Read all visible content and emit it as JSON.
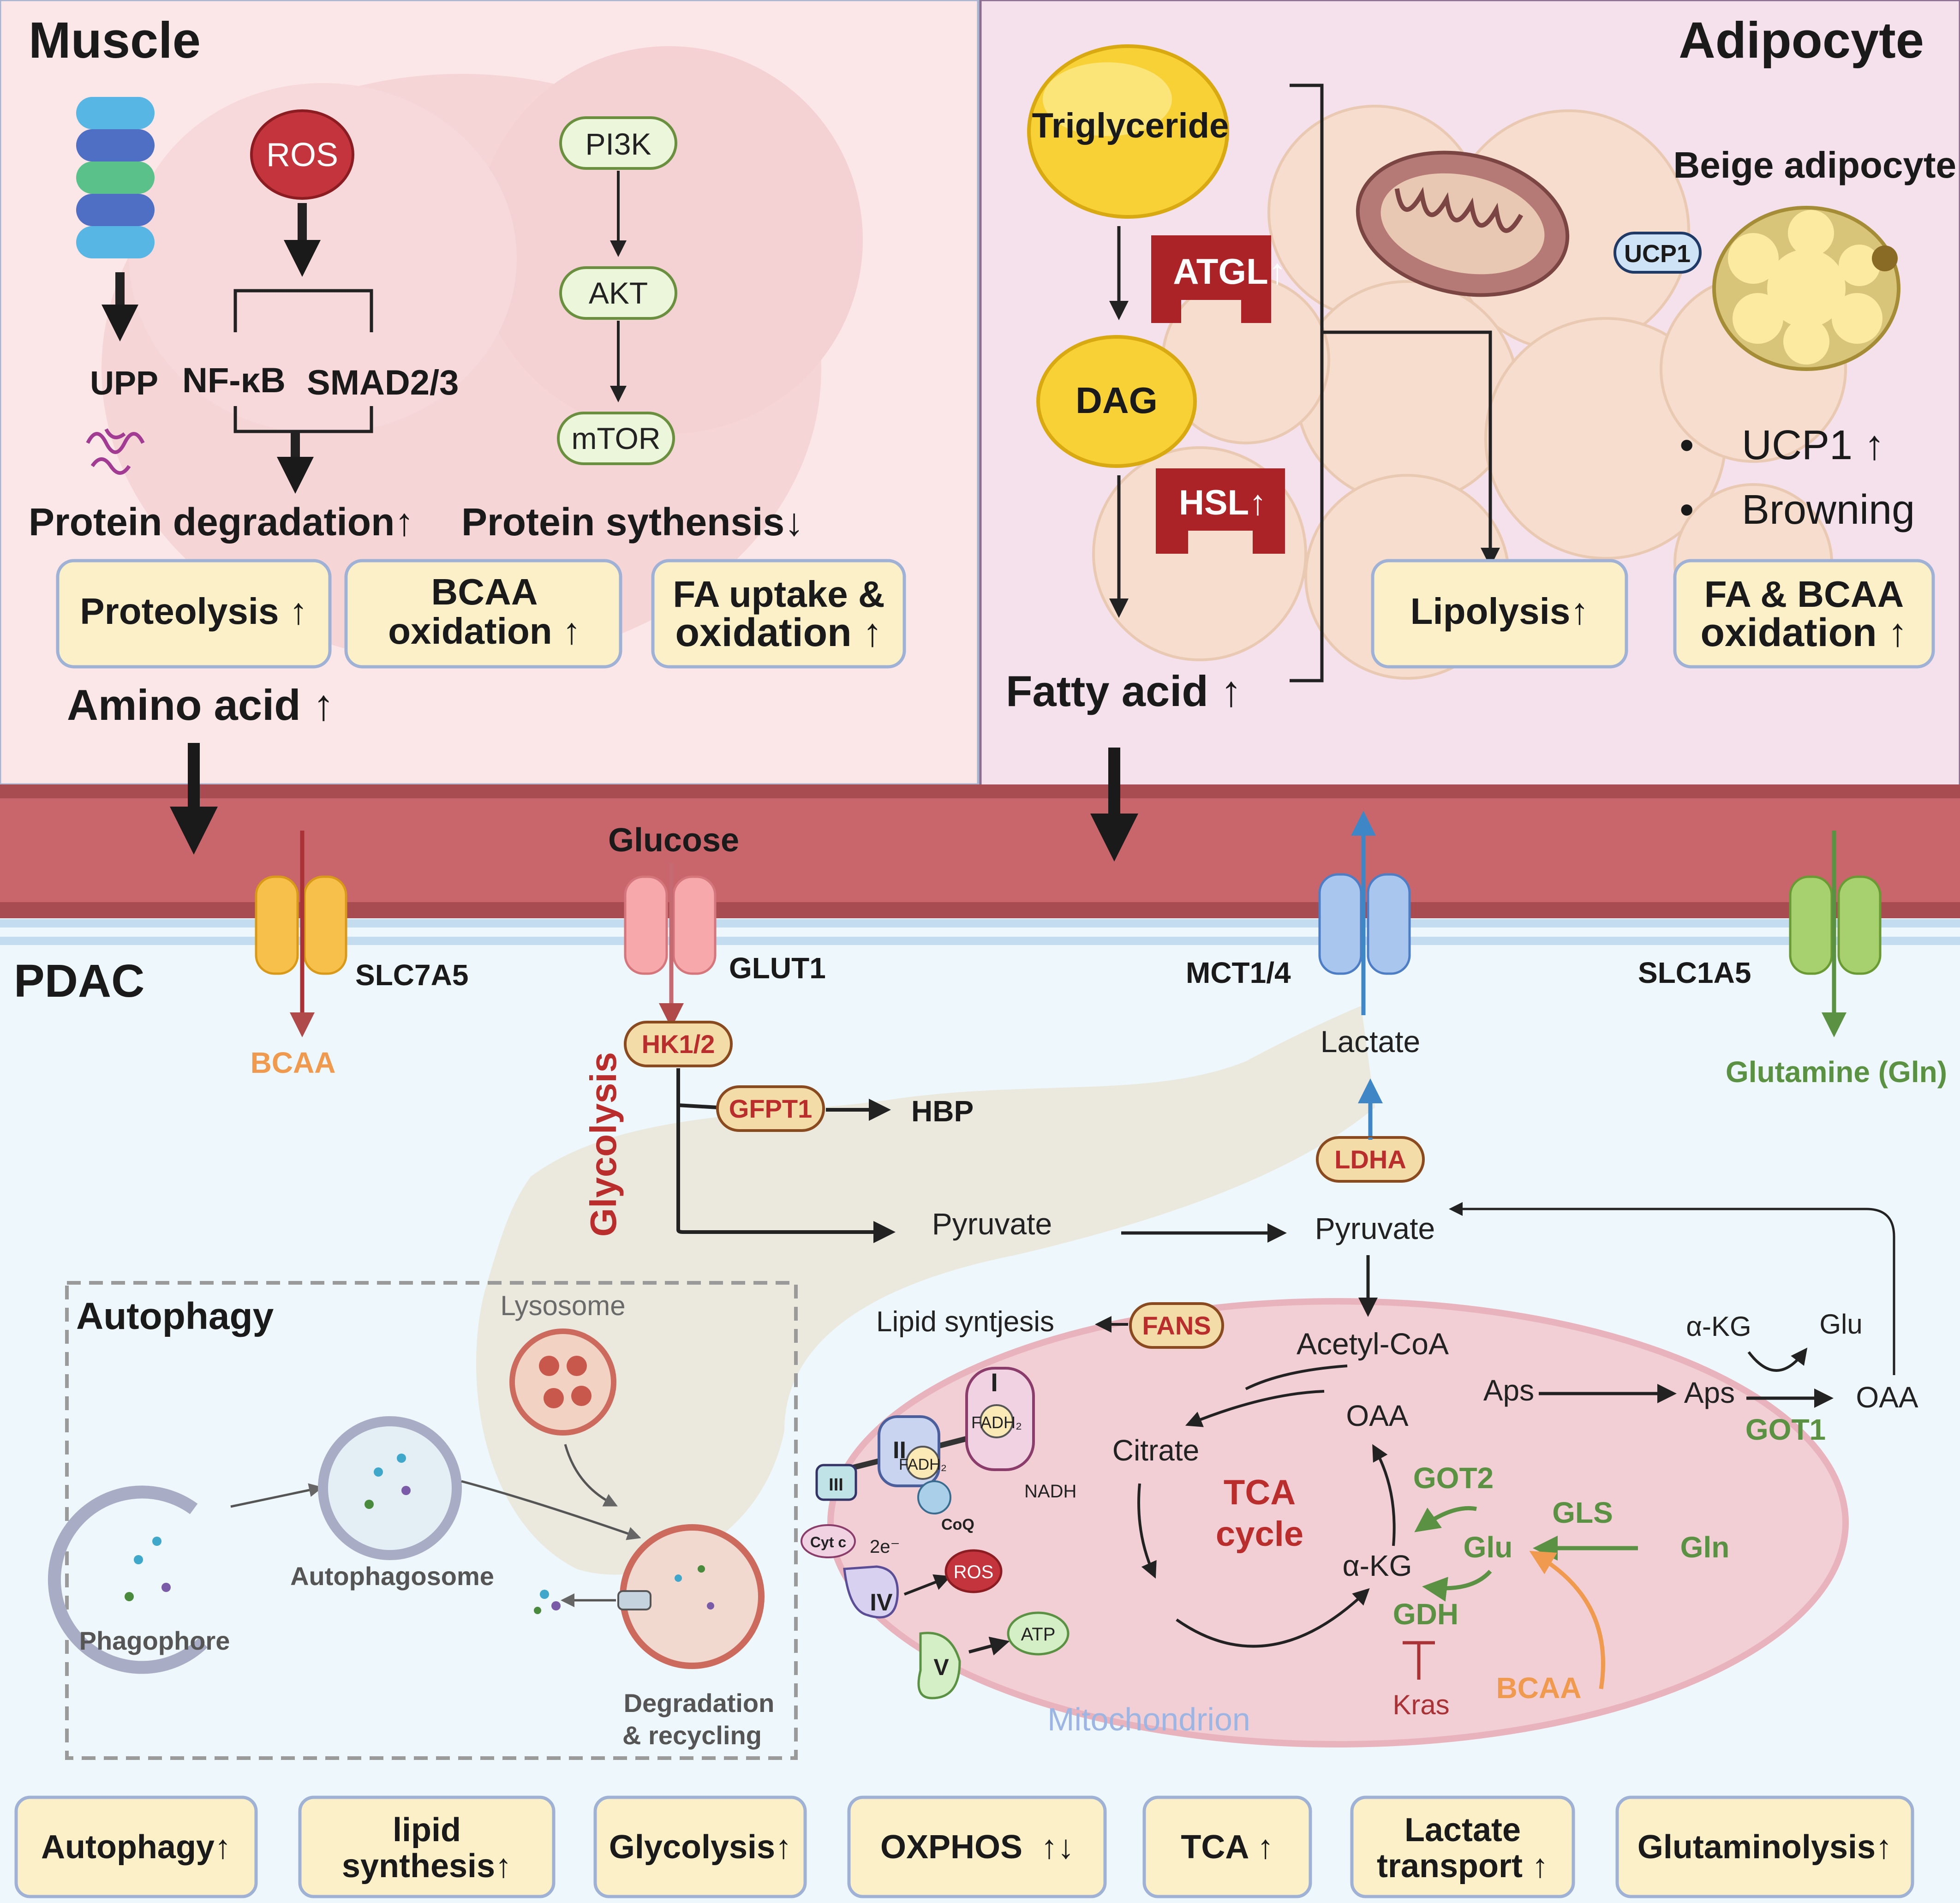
{
  "colors": {
    "muscle_bg": "#fbe7e8",
    "adipocyte_bg": "#f4e1ec",
    "pdac_bg": "#eef7fb",
    "vessel": "#c9666b",
    "vessel_dark": "#a94c52",
    "enzyme_red": "#b92d2d",
    "green": "#5a9142",
    "orange": "#ef9a4f",
    "blue": "#3f86c7",
    "box_fill": "#fbf0c8",
    "box_stroke": "#9fb2d6"
  },
  "muscle": {
    "title": "Muscle",
    "ros": "ROS",
    "pi3k": "PI3K",
    "akt": "AKT",
    "mtor": "mTOR",
    "upp": "UPP",
    "nfkb": "NF-κB",
    "smad": "SMAD2/3",
    "protein_degradation": "Protein degradation↑",
    "protein_synthesis": "Protein sythensis↓",
    "boxes": [
      "Proteolysis ↑",
      "BCAA",
      "oxidation ↑",
      "FA uptake &",
      "oxidation ↑"
    ],
    "amino_acid": "Amino acid ↑"
  },
  "adipocyte": {
    "title": "Adipocyte",
    "triglyceride": "Triglyceride",
    "dag": "DAG",
    "atgl": "ATGL↑",
    "hsl": "HSL↑",
    "ucp1_label": "UCP1",
    "beige": "Beige adipocyte",
    "bullets": [
      "UCP1 ↑",
      "Browning"
    ],
    "fatty_acid": "Fatty acid ↑",
    "boxes": [
      "Lipolysis↑",
      "FA & BCAA",
      "oxidation ↑"
    ]
  },
  "pdac": {
    "title": "PDAC",
    "glucose": "Glucose",
    "transporters": [
      "SLC7A5",
      "GLUT1",
      "MCT1/4",
      "SLC1A5"
    ],
    "bcaa": "BCAA",
    "glutamine": "Glutamine (Gln)",
    "hk": "HK1/2",
    "gfpt1": "GFPT1",
    "hbp": "HBP",
    "glycolysis_vertical": "Glycolysis",
    "pyruvate": "Pyruvate",
    "lactate": "Lactate",
    "ldha": "LDHA",
    "fans": "FANS",
    "lipid": "Lipid syntjesis",
    "acetyl": "Acetyl-CoA",
    "citrate": "Citrate",
    "oaa": "OAA",
    "tca": [
      "TCA",
      "cycle"
    ],
    "akg": "α-KG",
    "glu": "Glu",
    "gln": "Gln",
    "got2": "GOT2",
    "gls": "GLS",
    "gdh": "GDH",
    "kras": "Kras",
    "aps": "Aps",
    "got1": "GOT1",
    "mito": "Mitochondrion",
    "etc": [
      "I",
      "II",
      "III",
      "IV",
      "V",
      "Cyt c",
      "CoQ",
      "NADH",
      "FADH₂",
      "2e⁻",
      "ROS",
      "ATP"
    ],
    "autophagy": {
      "title": "Autophagy",
      "lysosome": "Lysosome",
      "phagophore": "Phagophore",
      "autophagosome": "Autophagosome",
      "degradation": [
        "Degradation",
        "& recycling"
      ]
    }
  },
  "bottom_boxes": [
    "Autophagy↑",
    "lipid",
    "synthesis↑",
    "Glycolysis↑",
    "OXPHOS  ↑↓",
    "TCA ↑",
    "Lactate",
    "transport ↑",
    "Glutaminolysis↑"
  ]
}
